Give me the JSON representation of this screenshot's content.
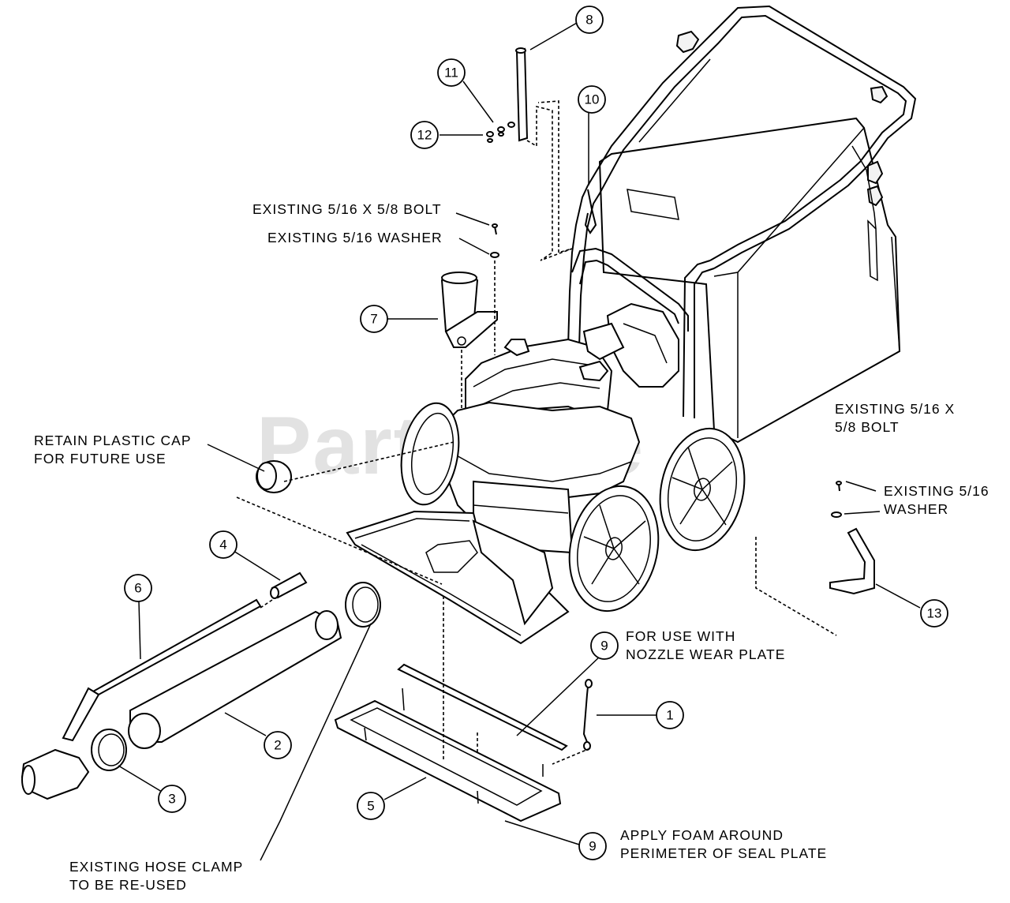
{
  "watermark": {
    "text": "PartsTree",
    "tm": "TM"
  },
  "callouts": [
    {
      "id": "c1",
      "label": "1"
    },
    {
      "id": "c2",
      "label": "2"
    },
    {
      "id": "c3",
      "label": "3"
    },
    {
      "id": "c4",
      "label": "4"
    },
    {
      "id": "c5",
      "label": "5"
    },
    {
      "id": "c6",
      "label": "6"
    },
    {
      "id": "c7",
      "label": "7"
    },
    {
      "id": "c8",
      "label": "8"
    },
    {
      "id": "c9a",
      "label": "9"
    },
    {
      "id": "c9b",
      "label": "9"
    },
    {
      "id": "c10",
      "label": "10"
    },
    {
      "id": "c11",
      "label": "11"
    },
    {
      "id": "c12",
      "label": "12"
    },
    {
      "id": "c13",
      "label": "13"
    }
  ],
  "notes": {
    "bolt_top": "EXISTING 5/16 X 5/8 BOLT",
    "washer_top": "EXISTING 5/16 WASHER",
    "cap_line1": "RETAIN PLASTIC CAP",
    "cap_line2": "FOR FUTURE USE",
    "bolt_right_line1": "EXISTING 5/16 X",
    "bolt_right_line2": "5/8 BOLT",
    "washer_right_line1": "EXISTING 5/16",
    "washer_right_line2": "WASHER",
    "wear_line1": "FOR USE WITH",
    "wear_line2": "NOZZLE WEAR PLATE",
    "clamp_line1": "EXISTING HOSE CLAMP",
    "clamp_line2": "TO BE RE-USED",
    "foam_line1": "APPLY FOAM AROUND",
    "foam_line2": "PERIMETER OF SEAL PLATE"
  }
}
